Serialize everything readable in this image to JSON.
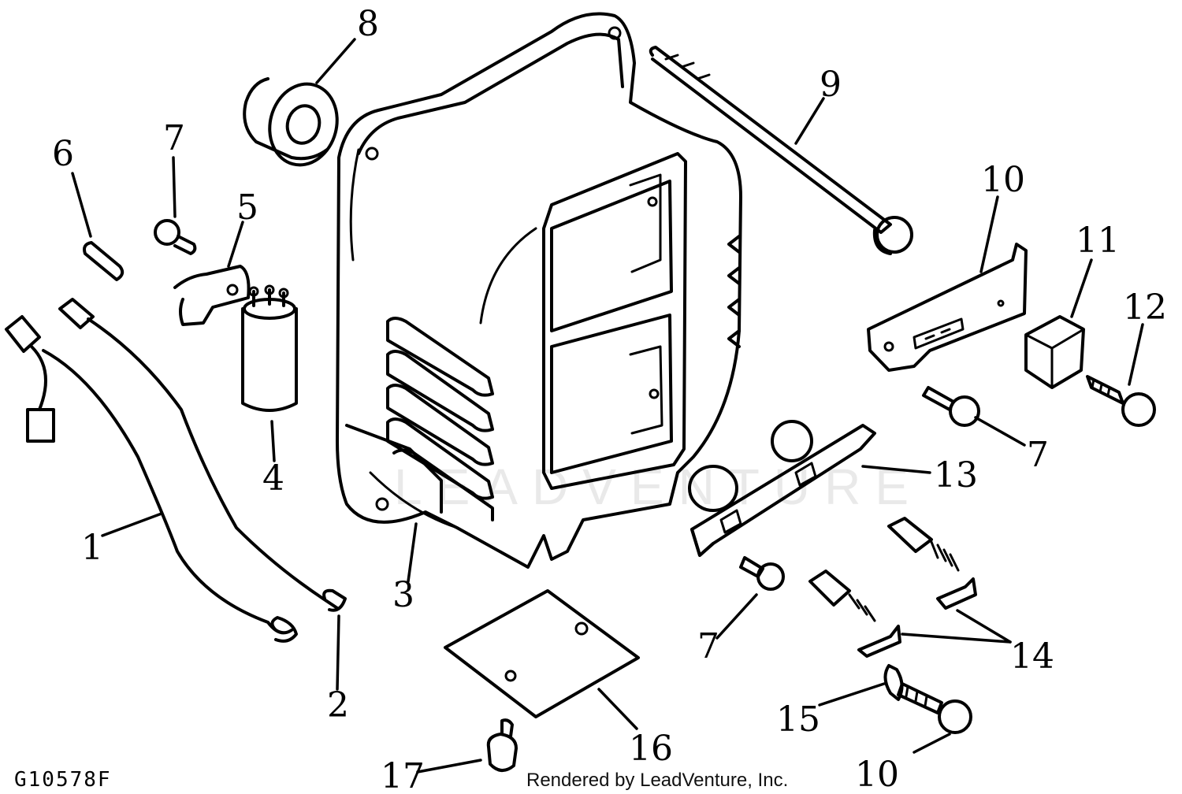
{
  "figure_id": "G10578F",
  "watermark": "LEADVENTURE",
  "footer": "Rendered by LeadVenture, Inc.",
  "callouts": [
    {
      "id": "c1",
      "label": "1"
    },
    {
      "id": "c2",
      "label": "2"
    },
    {
      "id": "c3",
      "label": "3"
    },
    {
      "id": "c4",
      "label": "4"
    },
    {
      "id": "c5",
      "label": "5"
    },
    {
      "id": "c6",
      "label": "6"
    },
    {
      "id": "c7a",
      "label": "7"
    },
    {
      "id": "c7b",
      "label": "7"
    },
    {
      "id": "c7c",
      "label": "7"
    },
    {
      "id": "c8",
      "label": "8"
    },
    {
      "id": "c9",
      "label": "9"
    },
    {
      "id": "c10a",
      "label": "10"
    },
    {
      "id": "c10b",
      "label": "10"
    },
    {
      "id": "c11",
      "label": "11"
    },
    {
      "id": "c12",
      "label": "12"
    },
    {
      "id": "c13",
      "label": "13"
    },
    {
      "id": "c14",
      "label": "14"
    },
    {
      "id": "c15",
      "label": "15"
    },
    {
      "id": "c16",
      "label": "16"
    },
    {
      "id": "c17",
      "label": "17"
    }
  ]
}
